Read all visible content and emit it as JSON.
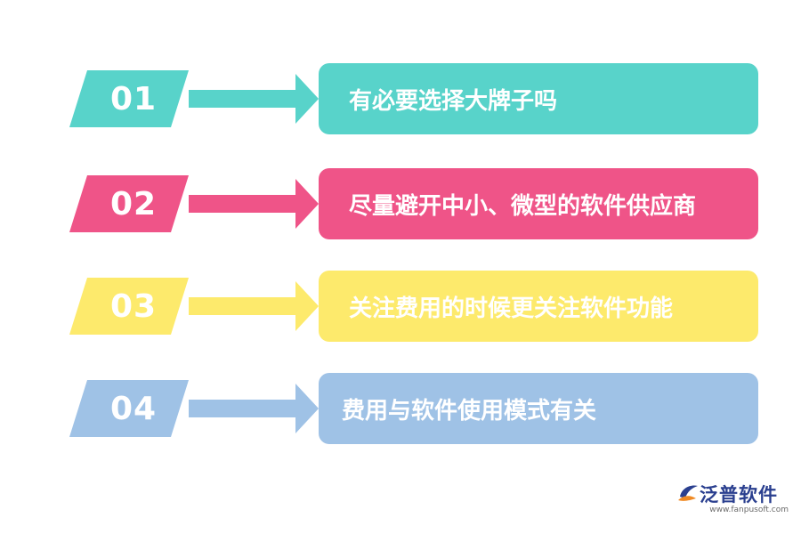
{
  "items": [
    {
      "number": "01",
      "text": "有必要选择大牌子吗",
      "color": "#58d3ca"
    },
    {
      "number": "02",
      "text": "尽量避开中小、微型的软件供应商",
      "color": "#ef5488"
    },
    {
      "number": "03",
      "text": "关注费用的时候更关注软件功能",
      "color": "#fdea6c"
    },
    {
      "number": "04",
      "text": "费用与软件使用模式有关",
      "color": "#9fc2e6"
    }
  ],
  "logo": {
    "name": "泛普软件",
    "url": "www.fanpusoft.com",
    "icon": "fanpu-logo-icon",
    "colors": {
      "primary": "#2a3f8f",
      "accent": "#f08a24"
    }
  }
}
